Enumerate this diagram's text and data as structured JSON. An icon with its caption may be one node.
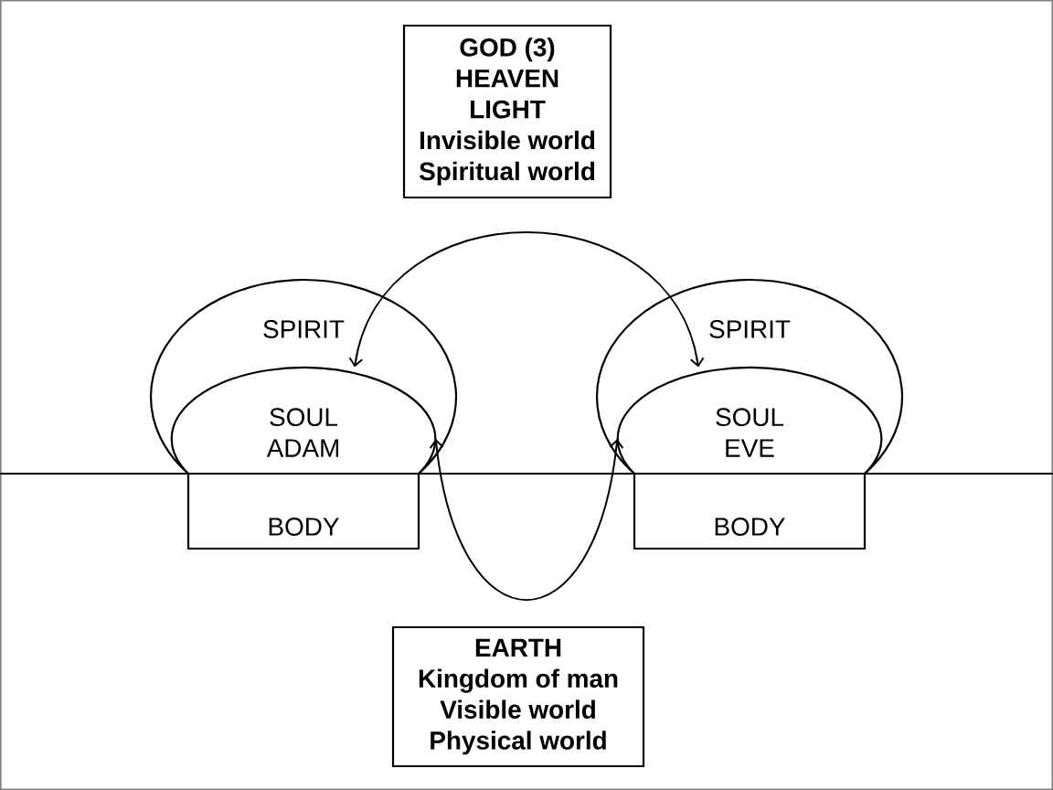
{
  "diagram": {
    "nodes": [
      {
        "text": [
          "GOD (3)",
          "HEAVEN",
          "LIGHT",
          "Invisible world",
          "Spiritual world"
        ]
      },
      {
        "text": [
          "SPIRIT"
        ]
      },
      {
        "text": [
          "SOUL",
          "ADAM"
        ],
        "in": 1
      },
      {
        "text": [
          "BODY"
        ]
      },
      {
        "text": [
          "SPIRIT"
        ]
      },
      {
        "text": [
          "SOUL",
          "EVE"
        ],
        "in": 4
      },
      {
        "text": [
          "BODY"
        ]
      },
      {
        "text": [
          "EARTH",
          "Kingdom of man",
          "Visible world",
          "Physical world"
        ]
      }
    ],
    "edges": [
      {
        "from": 2,
        "to": 5,
        "arrow": "both"
      },
      {
        "from": 2,
        "to": 5,
        "arrow": "both"
      }
    ]
  }
}
